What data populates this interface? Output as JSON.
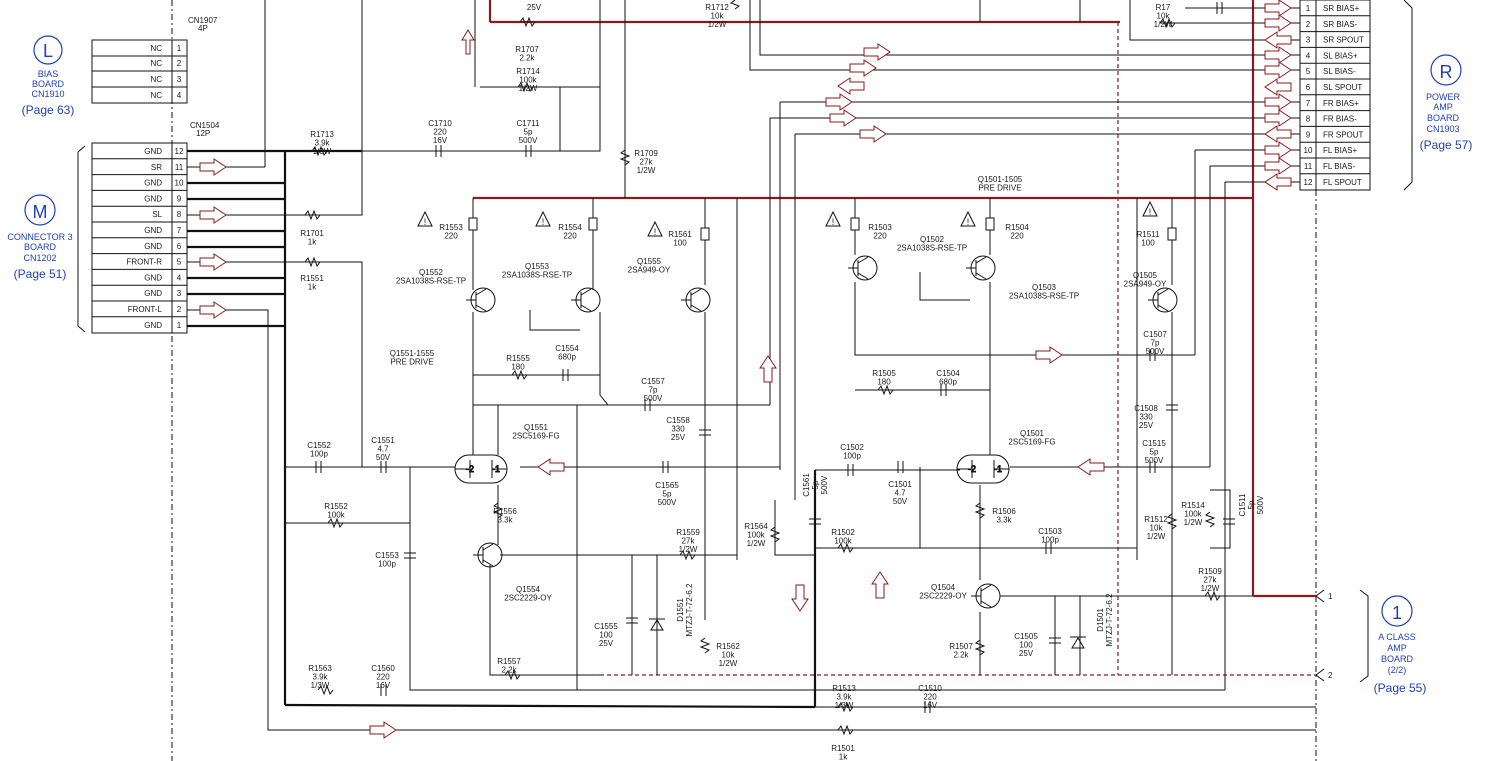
{
  "boards": {
    "L": {
      "letter": "L",
      "lines": [
        "BIAS",
        "BOARD",
        "CN1910"
      ],
      "page": "(Page 63)"
    },
    "M": {
      "letter": "M",
      "lines": [
        "CONNECTOR 3",
        "BOARD",
        "CN1202"
      ],
      "page": "(Page 51)"
    },
    "R": {
      "letter": "R",
      "lines": [
        "POWER",
        "AMP",
        "BOARD",
        "CN1903"
      ],
      "page": "(Page 57)"
    },
    "one": {
      "letter": "1",
      "lines": [
        "A CLASS",
        "AMP",
        "BOARD",
        "(2/2)"
      ],
      "page": "(Page 55)"
    }
  },
  "cn1907": {
    "ref": "CN1907",
    "sub": "4P",
    "pins": [
      {
        "label": "NC",
        "num": "1"
      },
      {
        "label": "NC",
        "num": "2"
      },
      {
        "label": "NC",
        "num": "3"
      },
      {
        "label": "NC",
        "num": "4"
      }
    ]
  },
  "cn1504": {
    "ref": "CN1504",
    "sub": "12P",
    "pins": [
      {
        "label": "GND",
        "num": "12"
      },
      {
        "label": "SR",
        "num": "11"
      },
      {
        "label": "GND",
        "num": "10"
      },
      {
        "label": "GND",
        "num": "9"
      },
      {
        "label": "SL",
        "num": "8"
      },
      {
        "label": "GND",
        "num": "7"
      },
      {
        "label": "GND",
        "num": "6"
      },
      {
        "label": "FRONT-R",
        "num": "5"
      },
      {
        "label": "GND",
        "num": "4"
      },
      {
        "label": "GND",
        "num": "3"
      },
      {
        "label": "FRONT-L",
        "num": "2"
      },
      {
        "label": "GND",
        "num": "1"
      }
    ]
  },
  "right_connector": {
    "pins": [
      {
        "num": "1",
        "label": "SR BIAS+"
      },
      {
        "num": "2",
        "label": "SR BIAS-"
      },
      {
        "num": "3",
        "label": "SR SPOUT"
      },
      {
        "num": "4",
        "label": "SL BIAS+"
      },
      {
        "num": "5",
        "label": "SL BIAS-"
      },
      {
        "num": "6",
        "label": "SL SPOUT"
      },
      {
        "num": "7",
        "label": "FR BIAS+"
      },
      {
        "num": "8",
        "label": "FR BIAS-"
      },
      {
        "num": "9",
        "label": "FR SPOUT"
      },
      {
        "num": "10",
        "label": "FL BIAS+"
      },
      {
        "num": "11",
        "label": "FL BIAS-"
      },
      {
        "num": "12",
        "label": "FL SPOUT"
      }
    ]
  },
  "out_pins": [
    "1",
    "2"
  ],
  "warning_glyph": "!",
  "components": [
    {
      "id": "r1713",
      "lines": [
        "R1713",
        "3.9k",
        "1/3W"
      ]
    },
    {
      "id": "r1701",
      "lines": [
        "R1701",
        "1k"
      ]
    },
    {
      "id": "r1551",
      "lines": [
        "R1551",
        "1k"
      ]
    },
    {
      "id": "c1710",
      "lines": [
        "C1710",
        "220",
        "16V"
      ]
    },
    {
      "id": "c1711",
      "lines": [
        "C1711",
        "5p",
        "500V"
      ]
    },
    {
      "id": "r1714",
      "lines": [
        "R1714",
        "100k",
        "1/2W"
      ]
    },
    {
      "id": "r1707",
      "lines": [
        "R1707",
        "2.2k"
      ]
    },
    {
      "id": "top_cut",
      "lines": [
        "25V"
      ]
    },
    {
      "id": "r1712",
      "lines": [
        "R1712",
        "10k",
        "1/2W"
      ]
    },
    {
      "id": "r17x",
      "lines": [
        "R17",
        "10k",
        "1/2W"
      ]
    },
    {
      "id": "r1709",
      "lines": [
        "R1709",
        "27k",
        "1/2W"
      ]
    },
    {
      "id": "q1501_1505",
      "lines": [
        "Q1501-1505",
        "PRE DRIVE"
      ]
    },
    {
      "id": "r1553",
      "lines": [
        "R1553",
        "220"
      ]
    },
    {
      "id": "r1554",
      "lines": [
        "R1554",
        "220"
      ]
    },
    {
      "id": "r1561",
      "lines": [
        "R1561",
        "100"
      ]
    },
    {
      "id": "r1503",
      "lines": [
        "R1503",
        "220"
      ]
    },
    {
      "id": "r1504",
      "lines": [
        "R1504",
        "220"
      ]
    },
    {
      "id": "r1511",
      "lines": [
        "R1511",
        "100"
      ]
    },
    {
      "id": "q1552",
      "lines": [
        "Q1552",
        "2SA1038S-RSE-TP"
      ]
    },
    {
      "id": "q1553",
      "lines": [
        "Q1553",
        "2SA1038S-RSE-TP"
      ]
    },
    {
      "id": "q1555",
      "lines": [
        "Q1555",
        "2SA949-OY"
      ]
    },
    {
      "id": "q1502",
      "lines": [
        "Q1502",
        "2SA1038S-RSE-TP"
      ]
    },
    {
      "id": "q1503",
      "lines": [
        "Q1503",
        "2SA1038S-RSE-TP"
      ]
    },
    {
      "id": "q1505",
      "lines": [
        "Q1505",
        "2SA949-OY"
      ]
    },
    {
      "id": "q1551_1555",
      "lines": [
        "Q1551-1555",
        "PRE DRIVE"
      ]
    },
    {
      "id": "r1555",
      "lines": [
        "R1555",
        "180"
      ]
    },
    {
      "id": "c1554",
      "lines": [
        "C1554",
        "680p"
      ]
    },
    {
      "id": "r1505",
      "lines": [
        "R1505",
        "180"
      ]
    },
    {
      "id": "c1504",
      "lines": [
        "C1504",
        "680p"
      ]
    },
    {
      "id": "c1507",
      "lines": [
        "C1507",
        "7p",
        "500V"
      ]
    },
    {
      "id": "c1557",
      "lines": [
        "C1557",
        "7p",
        "500V"
      ]
    },
    {
      "id": "c1558",
      "lines": [
        "C1558",
        "330",
        "25V"
      ]
    },
    {
      "id": "c1508",
      "lines": [
        "C1508",
        "330",
        "25V"
      ]
    },
    {
      "id": "q1551",
      "lines": [
        "Q1551",
        "2SC5169-FG"
      ]
    },
    {
      "id": "q1501",
      "lines": [
        "Q1501",
        "2SC5169-FG"
      ]
    },
    {
      "id": "c1552",
      "lines": [
        "C1552",
        "100p"
      ]
    },
    {
      "id": "c1551",
      "lines": [
        "C1551",
        "4.7",
        "50V"
      ]
    },
    {
      "id": "c1502",
      "lines": [
        "C1502",
        "100p"
      ]
    },
    {
      "id": "c1501",
      "lines": [
        "C1501",
        "4.7",
        "50V"
      ]
    },
    {
      "id": "c1515",
      "lines": [
        "C1515",
        "5p",
        "500V"
      ]
    },
    {
      "id": "c1565",
      "lines": [
        "C1565",
        "5p",
        "500V"
      ]
    },
    {
      "id": "c1561",
      "lines": [
        "C1561",
        "5p",
        "500V"
      ]
    },
    {
      "id": "c1511",
      "lines": [
        "C1511",
        "5p",
        "500V"
      ]
    },
    {
      "id": "r1552",
      "lines": [
        "R1552",
        "100k"
      ]
    },
    {
      "id": "r1556",
      "lines": [
        "R1556",
        "3.3k"
      ]
    },
    {
      "id": "r1506",
      "lines": [
        "R1506",
        "3.3k"
      ]
    },
    {
      "id": "r1559",
      "lines": [
        "R1559",
        "27k",
        "1/2W"
      ]
    },
    {
      "id": "r1564",
      "lines": [
        "R1564",
        "100k",
        "1/2W"
      ]
    },
    {
      "id": "r1502",
      "lines": [
        "R1502",
        "100k"
      ]
    },
    {
      "id": "c1503",
      "lines": [
        "C1503",
        "100p"
      ]
    },
    {
      "id": "r1512",
      "lines": [
        "R1512",
        "10k",
        "1/2W"
      ]
    },
    {
      "id": "r1514",
      "lines": [
        "R1514",
        "100k",
        "1/2W"
      ]
    },
    {
      "id": "c1553",
      "lines": [
        "C1553",
        "100p"
      ]
    },
    {
      "id": "q1554",
      "lines": [
        "Q1554",
        "2SC2229-OY"
      ]
    },
    {
      "id": "q1504",
      "lines": [
        "Q1504",
        "2SC2229-OY"
      ]
    },
    {
      "id": "r1509",
      "lines": [
        "R1509",
        "27k",
        "1/2W"
      ]
    },
    {
      "id": "c1555",
      "lines": [
        "C1555",
        "100",
        "25V"
      ]
    },
    {
      "id": "d1551",
      "lines": [
        "D1551",
        "MTZJ-T-72-6.2"
      ]
    },
    {
      "id": "c1505",
      "lines": [
        "C1505",
        "100",
        "25V"
      ]
    },
    {
      "id": "d1501",
      "lines": [
        "D1501",
        "MTZJ-T-72-6.2"
      ]
    },
    {
      "id": "r1562",
      "lines": [
        "R1562",
        "10k",
        "1/2W"
      ]
    },
    {
      "id": "r1507",
      "lines": [
        "R1507",
        "2.2k"
      ]
    },
    {
      "id": "r1557",
      "lines": [
        "R1557",
        "2.2k"
      ]
    },
    {
      "id": "r1563",
      "lines": [
        "R1563",
        "3.9k",
        "1/3W"
      ]
    },
    {
      "id": "c1560",
      "lines": [
        "C1560",
        "220",
        "16V"
      ]
    },
    {
      "id": "r1513",
      "lines": [
        "R1513",
        "3.9k",
        "1/3W"
      ]
    },
    {
      "id": "c1510",
      "lines": [
        "C1510",
        "220",
        "16V"
      ]
    },
    {
      "id": "r1501",
      "lines": [
        "R1501",
        "1k"
      ]
    }
  ]
}
